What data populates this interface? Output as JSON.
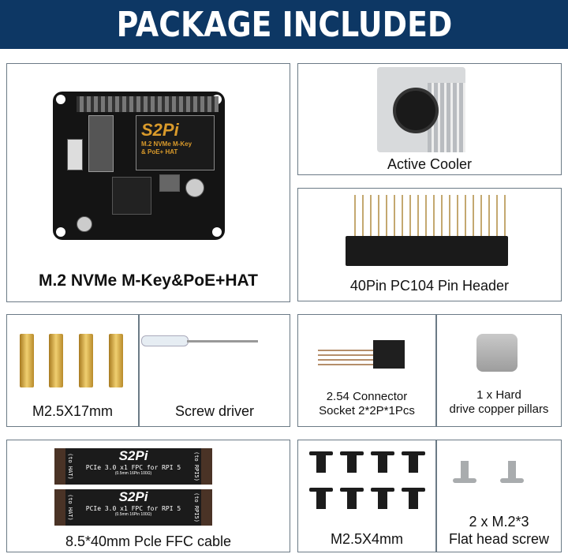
{
  "header": {
    "title": "PACKAGE INCLUDED",
    "background": "#0d3764"
  },
  "items": {
    "hat": {
      "label": "M.2 NVMe M-Key&PoE+HAT",
      "board_logo": "S2Pi",
      "board_text": [
        "M.2 NVMe M-Key",
        "& PoE+ HAT"
      ]
    },
    "cooler": {
      "label": "Active Cooler"
    },
    "pin_header": {
      "label": "40Pin PC104 Pin Header"
    },
    "standoffs": {
      "label": "M2.5X17mm"
    },
    "screwdriver": {
      "label": "Screw driver"
    },
    "connector": {
      "label_line1": "2.54 Connector",
      "label_line2": "Socket 2*2P*1Pcs"
    },
    "pillars": {
      "label_line1": "1 x Hard",
      "label_line2": "drive copper pillars"
    },
    "ffc": {
      "label": "8.5*40mm Pcle FFC cable",
      "cable_logo": "S2Pi",
      "cable_text": "PCIe 3.0 x1 FPC for RPI 5",
      "cable_spec": "(0.5mm 16Pin 100Ω)",
      "end_left": "(to HAT)",
      "end_right": "(to RPI5)"
    },
    "screws": {
      "label": "M2.5X4mm"
    },
    "flat_screws": {
      "label_line1": "2 x M.2*3",
      "label_line2": "Flat head screw"
    }
  }
}
